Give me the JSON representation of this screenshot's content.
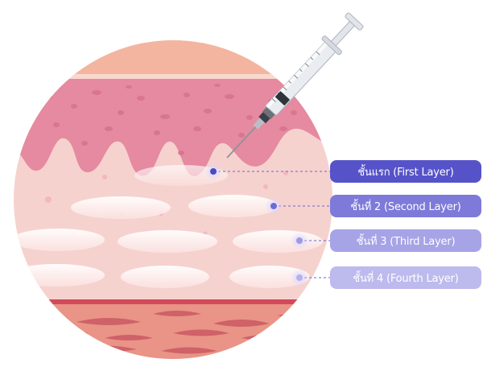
{
  "layers": [
    {
      "label": "ชั้นแรก (First Layer)",
      "color": "#5653c9"
    },
    {
      "label": "ชั้นที่ 2 (Second Layer)",
      "color": "#7e7ada"
    },
    {
      "label": "ชั้นที่ 3 (Third Layer)",
      "color": "#a6a3e6"
    },
    {
      "label": "ชั้นที่ 4 (Fourth Layer)",
      "color": "#bdbaee"
    }
  ],
  "colors": {
    "epidermis": "#e58aa0",
    "dermis": "#f6d2cf",
    "top_band": "#f3b59f",
    "subcutis": "#e99486",
    "muscle_line": "#d24a5a",
    "ellipse": "#fbf1f0",
    "syringe_barrel": "#e9ecf1"
  }
}
